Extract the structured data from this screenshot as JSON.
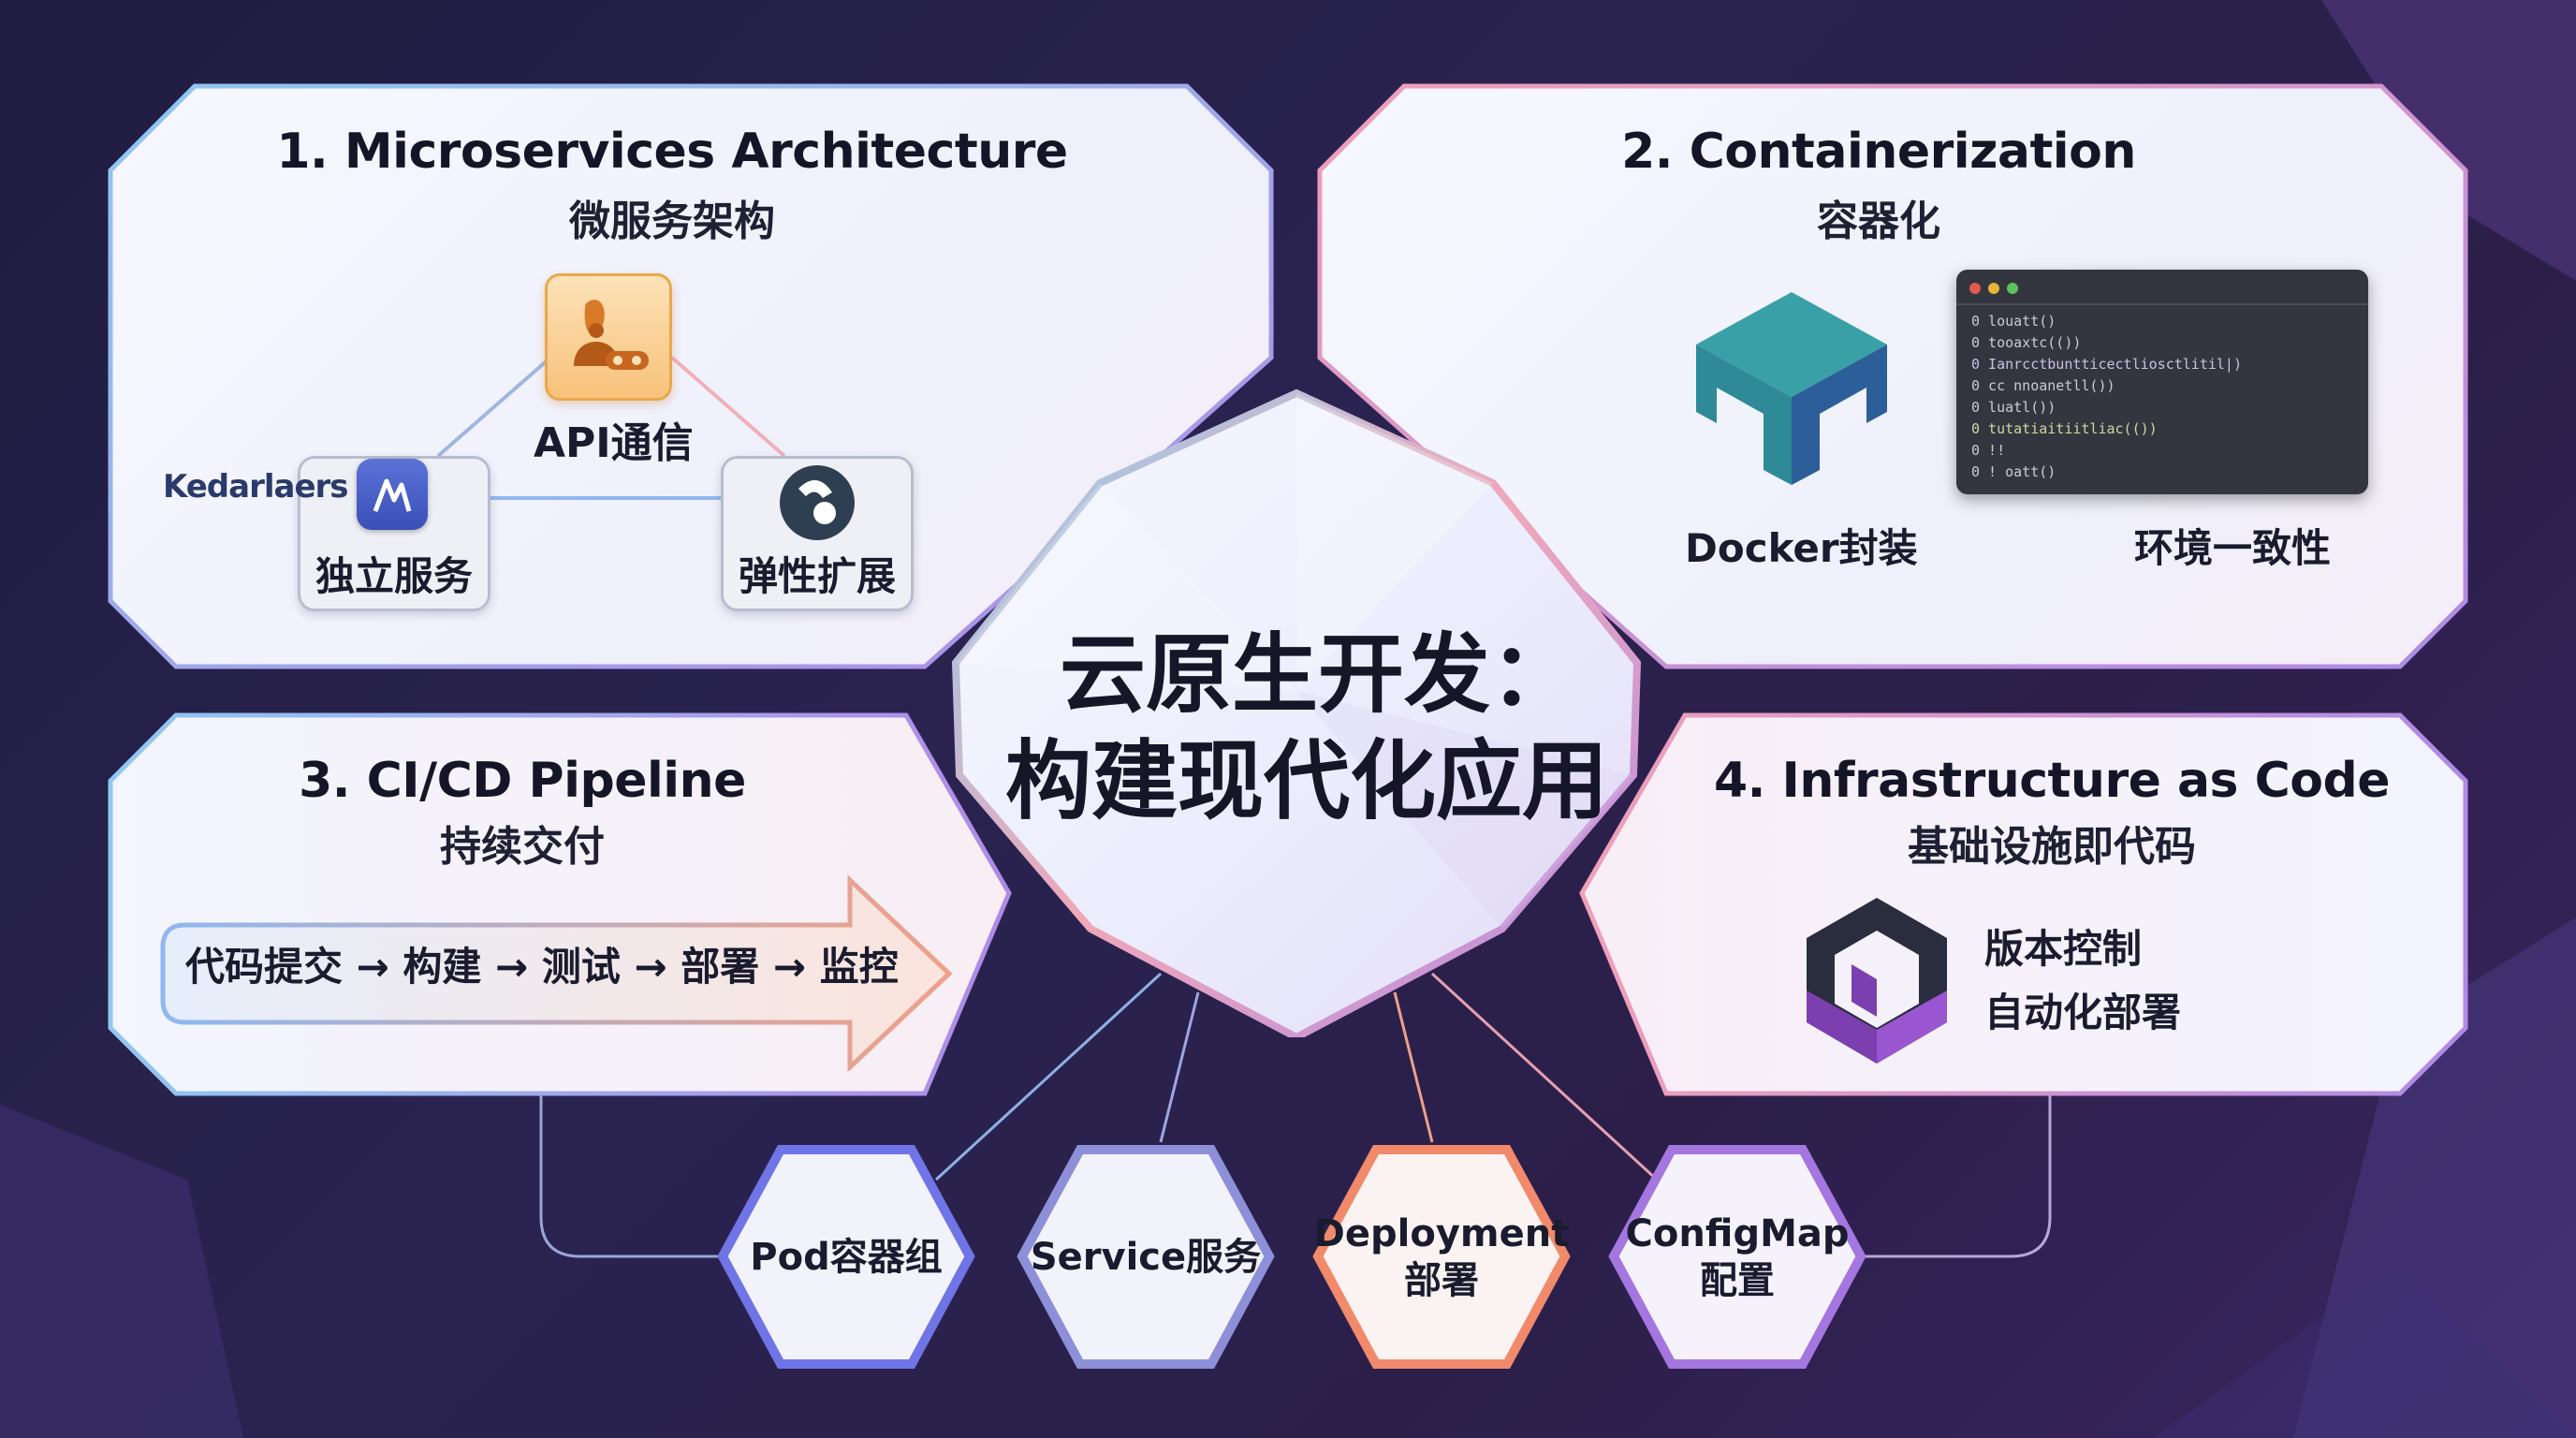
{
  "center": {
    "title_line1": "云原生开发：",
    "title_line2": "构建现代化应用"
  },
  "panels": {
    "microservices": {
      "title": "1. Microservices Architecture",
      "subtitle": "微服务架构",
      "api_label": "API通信",
      "independent_label": "独立服务",
      "scaling_label": "弹性扩展",
      "side_text": "Kedarlaers"
    },
    "containerization": {
      "title": "2. Containerization",
      "subtitle": "容器化",
      "docker_label": "Docker封装",
      "env_label": "环境一致性",
      "terminal_lines": [
        "0    louatt()",
        "0      tooaxtc(())",
        "0        Ianrcctbuntticectliosctlitil|)",
        "0        cc  nnoanetll())",
        "0        luatl())",
        "0          tutatiaitiitliac(())",
        "0    !!",
        "0    ! oatt()"
      ]
    },
    "cicd": {
      "title": "3. CI/CD Pipeline",
      "subtitle": "持续交付",
      "pipeline": "代码提交 → 构建 → 测试 → 部署 → 监控"
    },
    "iac": {
      "title": "4. Infrastructure as Code",
      "subtitle": "基础设施即代码",
      "item1": "版本控制",
      "item2": "自动化部署"
    }
  },
  "hexagons": [
    {
      "line1": "Pod容器组",
      "line2": "",
      "color": "#6f74e6"
    },
    {
      "line1": "Service服务",
      "line2": "",
      "color": "#8d90d8"
    },
    {
      "line1": "Deployment",
      "line2": "部署",
      "color": "#f08a6a"
    },
    {
      "line1": "ConfigMap",
      "line2": "配置",
      "color": "#a476e0"
    }
  ],
  "colors": {
    "background": "#241f45",
    "border_blue": "#8fc8f0",
    "border_pink": "#f0a0b8",
    "border_purple": "#b08ae6",
    "orange_accent": "#f4a54a",
    "docker_teal": "#3a8d9c",
    "iac_purple": "#7b3fb0"
  }
}
